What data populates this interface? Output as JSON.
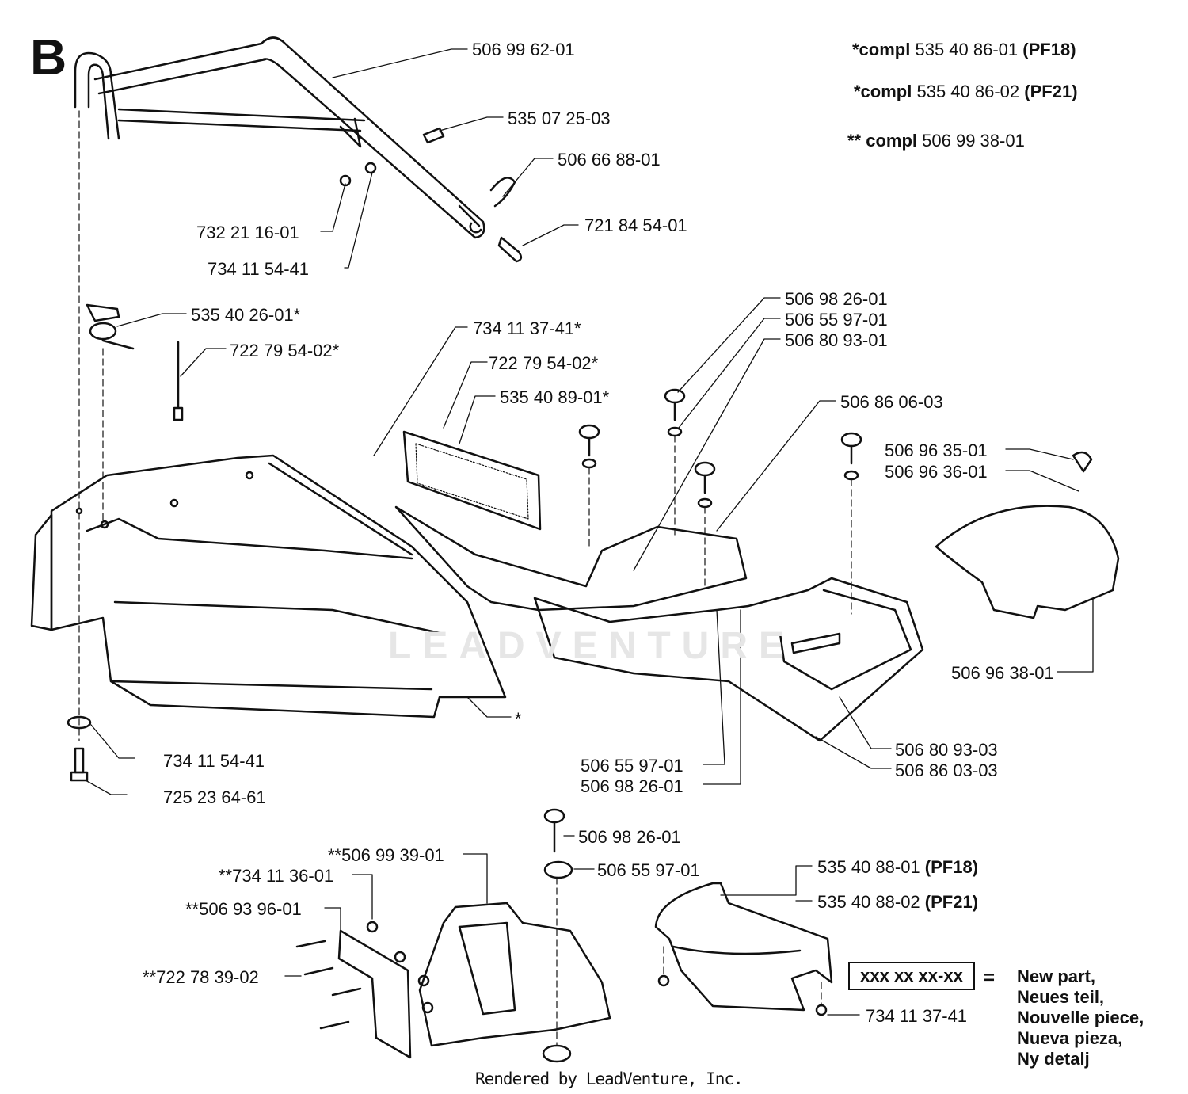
{
  "section": "B",
  "notes": [
    {
      "label": "*compl",
      "part": "535 40 86-01",
      "variant": "(PF18)"
    },
    {
      "label": "*compl",
      "part": "535 40 86-02",
      "variant": "(PF21)"
    },
    {
      "label": "** compl",
      "part": "506 99 38-01",
      "variant": ""
    }
  ],
  "callouts": [
    {
      "text": "506 99 62-01"
    },
    {
      "text": "535 07 25-03"
    },
    {
      "text": "506 66 88-01"
    },
    {
      "text": "732 21 16-01"
    },
    {
      "text": "721 84 54-01"
    },
    {
      "text": "734 11 54-41"
    },
    {
      "text": "535 40 26-01*"
    },
    {
      "text": "722 79 54-02*"
    },
    {
      "text": "734 11 37-41*"
    },
    {
      "text": "722 79 54-02*"
    },
    {
      "text": "535 40 89-01*"
    },
    {
      "text": "506 98 26-01"
    },
    {
      "text": "506 55 97-01"
    },
    {
      "text": "506 80 93-01"
    },
    {
      "text": "506 86 06-03"
    },
    {
      "text": "506 96 35-01"
    },
    {
      "text": "506 96 36-01"
    },
    {
      "text": "506 96 38-01"
    },
    {
      "text": "*"
    },
    {
      "text": "734 11 54-41"
    },
    {
      "text": "725 23 64-61"
    },
    {
      "text": "506 80 93-03"
    },
    {
      "text": "506 86 03-03"
    },
    {
      "text": "506 55 97-01"
    },
    {
      "text": "506 98 26-01"
    },
    {
      "text": "506 98 26-01"
    },
    {
      "text": "506 55 97-01"
    },
    {
      "text": "**506 99 39-01"
    },
    {
      "text": "**734 11 36-01"
    },
    {
      "text": "**506 93 96-01"
    },
    {
      "text": "**722 78 39-02"
    },
    {
      "text": "734 11 37-41"
    }
  ],
  "bin_labels": [
    {
      "part": "535 40 88-01",
      "variant": "(PF18)"
    },
    {
      "part": "535 40 88-02",
      "variant": "(PF21)"
    }
  ],
  "legend": {
    "box": "xxx xx xx-xx",
    "equals": "=",
    "lines": [
      "New part,",
      "Neues teil,",
      "Nouvelle piece,",
      "Nueva pieza,",
      "Ny detalj"
    ]
  },
  "watermark": "LEADVENTURE",
  "footer": "Rendered by LeadVenture, Inc."
}
